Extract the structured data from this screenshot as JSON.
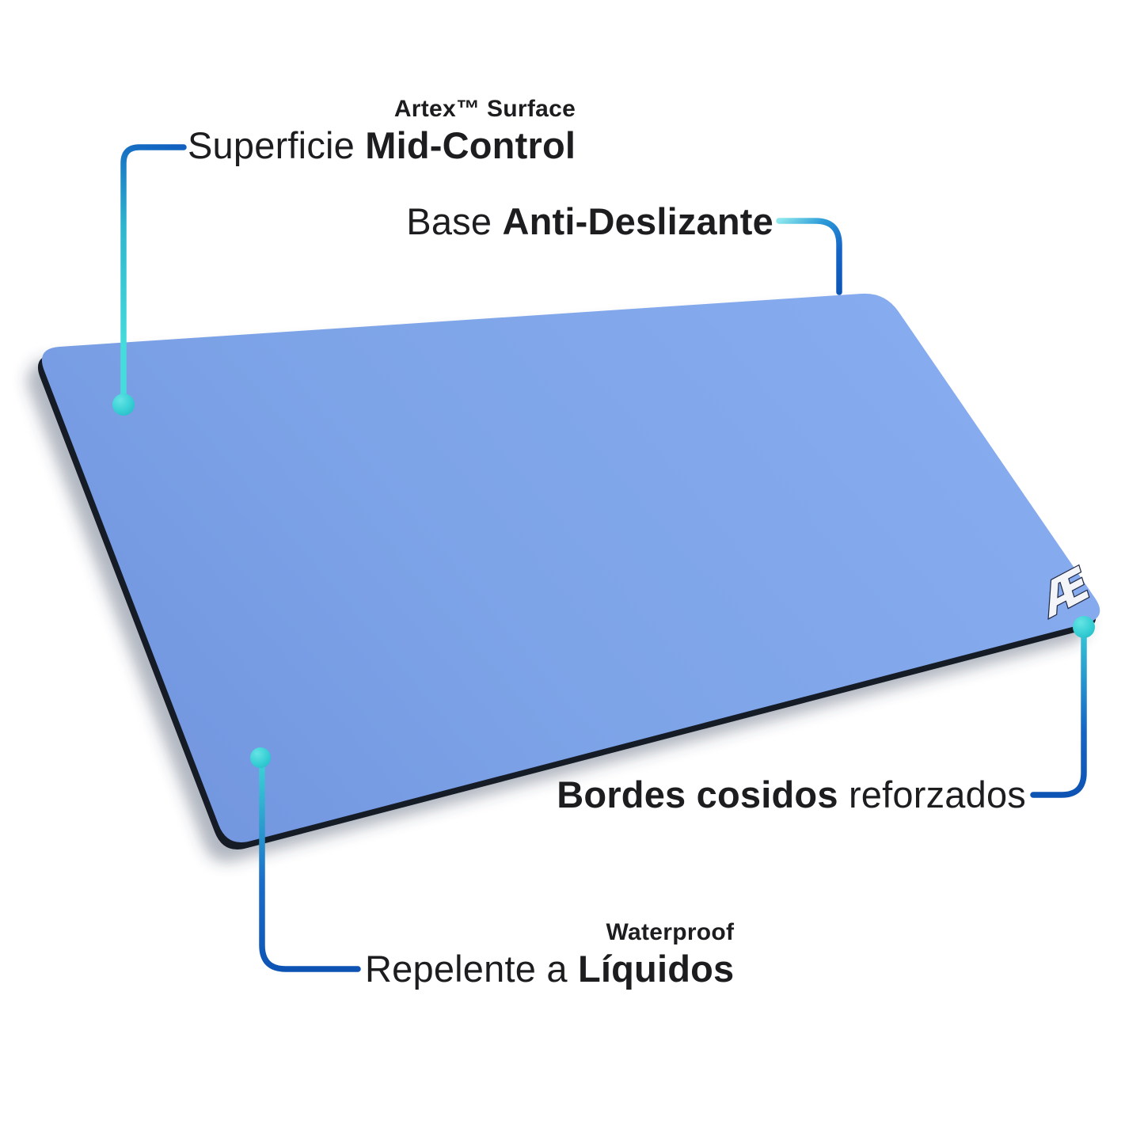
{
  "callouts": {
    "surface": {
      "eyebrow": "Artex™ Surface",
      "lead": "Superficie",
      "emph": "Mid-Control"
    },
    "base": {
      "lead": "Base",
      "emph": "Anti-Deslizante"
    },
    "edges": {
      "emph": "Bordes cosidos",
      "tail": "reforzados"
    },
    "waterproof": {
      "eyebrow": "Waterproof",
      "lead": "Repelente a",
      "emph": "Líquidos"
    }
  },
  "logo": {
    "monogram": "Æ"
  },
  "colors": {
    "pad_face_light": "#87acef",
    "pad_face_dark": "#7397e0",
    "pad_edge": "#141a28",
    "callout_teal": "#3fd2d8",
    "callout_blue": "#0d53b4",
    "dot": "#3dd2d7",
    "text": "#1d1d1f",
    "background": "#ffffff"
  }
}
